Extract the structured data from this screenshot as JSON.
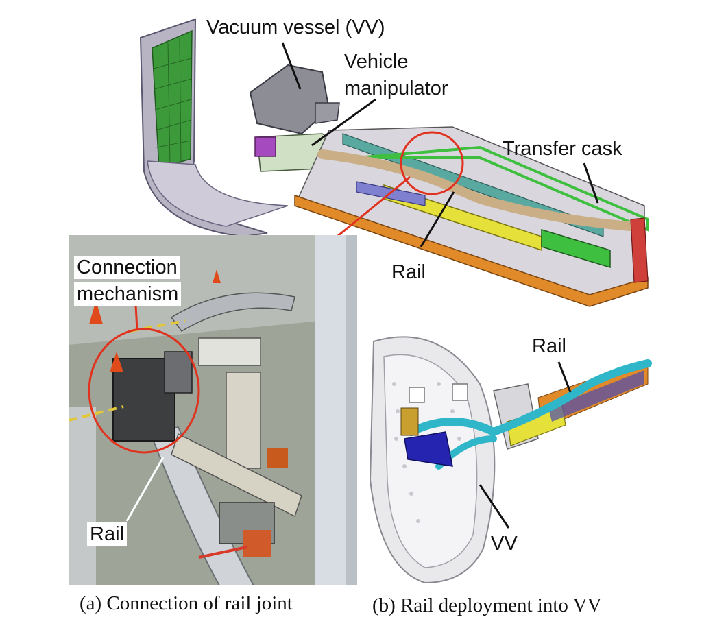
{
  "labels": {
    "vacuum_vessel": "Vacuum vessel (VV)",
    "vehicle_manipulator_line1": "Vehicle",
    "vehicle_manipulator_line2": "manipulator",
    "transfer_cask": "Transfer cask",
    "rail_top": "Rail",
    "connection_line1": "Connection",
    "connection_line2": "mechanism",
    "rail_photo": "Rail",
    "rail_b": "Rail",
    "vv_b": "VV"
  },
  "captions": {
    "a": "(a) Connection of rail joint",
    "b": "(b) Rail deployment into VV"
  },
  "colors": {
    "highlight_circle": "#e0321e",
    "leader_line": "#111111",
    "rail_green": "#3fbf3f",
    "rail_yellow": "#e5e03a",
    "cask_teal": "#5aa9a0",
    "rail_cyan": "#2fb6c8"
  }
}
